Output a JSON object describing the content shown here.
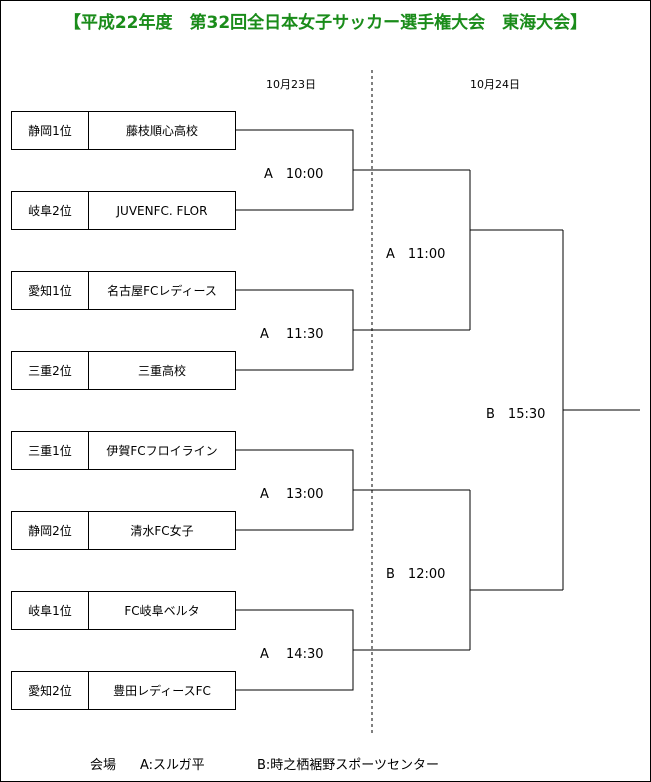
{
  "title": "【平成22年度　第32回全日本女子サッカー選手権大会　東海大会】",
  "dates": {
    "day1": "10月23日",
    "day2": "10月24日"
  },
  "teams": [
    {
      "pref": "静岡1位",
      "name": "藤枝順心高校"
    },
    {
      "pref": "岐阜2位",
      "name": "JUVENFC. FLOR"
    },
    {
      "pref": "愛知1位",
      "name": "名古屋FCレディース"
    },
    {
      "pref": "三重2位",
      "name": "三重高校"
    },
    {
      "pref": "三重1位",
      "name": "伊賀FCフロイライン"
    },
    {
      "pref": "静岡2位",
      "name": "清水FC女子"
    },
    {
      "pref": "岐阜1位",
      "name": "FC岐阜ベルタ"
    },
    {
      "pref": "愛知2位",
      "name": "豊田レディースFC"
    }
  ],
  "matches": {
    "r1": [
      "A　10:00",
      "A　 11:30",
      "A　 13:00",
      "A　 14:30"
    ],
    "r2": [
      "A　11:00",
      "B　12:00"
    ],
    "final": "B　15:30"
  },
  "venues": {
    "heading": "会場",
    "a": "A:スルガ平",
    "b": "B:時之栖裾野スポーツセンター"
  }
}
